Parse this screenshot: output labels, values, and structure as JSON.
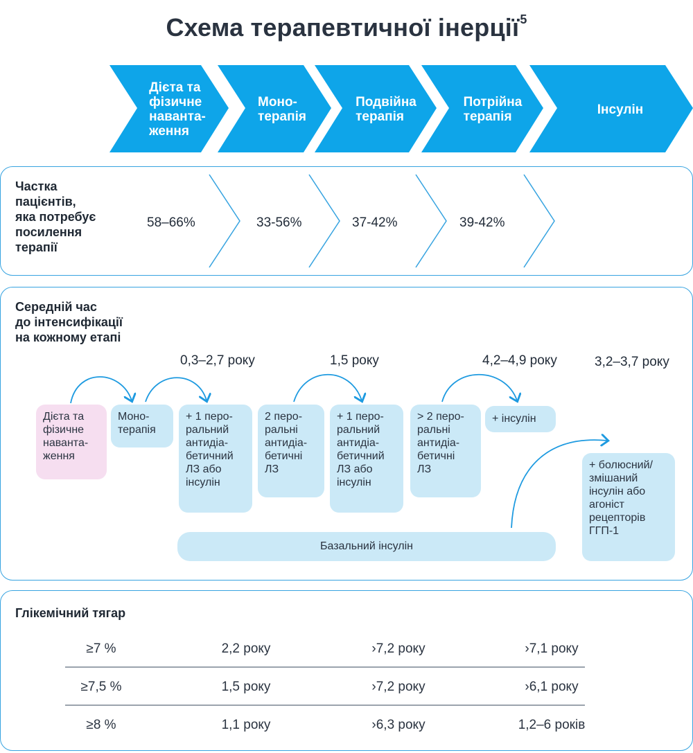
{
  "title": "Схема терапевтичної інерції",
  "title_sup": "5",
  "stages": [
    "Дієта та\nфізичне\nнаванта-\nження",
    "Моно-\nтерапія",
    "Подвійна\nтерапія",
    "Потрійна\nтерапія",
    "Інсулін"
  ],
  "share": {
    "heading": "Частка\nпацієнтів,\nяка потребує\nпосилення\nтерапії",
    "values": [
      "58–66%",
      "33-56%",
      "37-42%",
      "39-42%"
    ]
  },
  "time": {
    "heading": "Середній час\nдо інтенсифікації\nна кожному етапі",
    "periods": [
      "0,3–2,7 року",
      "1,5 року",
      "4,2–4,9 року",
      "3,2–3,7 року"
    ],
    "boxes": [
      "Дієта та\nфізичне\nнаванта-\nження",
      "Моно-\nтерапія",
      "+ 1 перо-\nральний\nантидіа-\nбетичний\nЛЗ або\nінсулін",
      "2 перо-\nральні\nантидіа-\nбетичні\nЛЗ",
      "+ 1 перо-\nральний\nантидіа-\nбетичний\nЛЗ або\nінсулін",
      "> 2 перо-\nральні\nантидіа-\nбетичні\nЛЗ",
      "+ інсулін",
      "+ болюсний/\nзмішаний\nінсулін або\nагоніст\nрецепторів\nГГП-1"
    ],
    "basal": "Базальний інсулін"
  },
  "burden": {
    "heading": "Глікемічний тягар",
    "rows": [
      [
        "≥7 %",
        "2,2 року",
        "›7,2 року",
        "›7,1 року"
      ],
      [
        "≥7,5 %",
        "1,5 року",
        "›7,2 року",
        "›6,1 року"
      ],
      [
        "≥8 %",
        "1,1 року",
        "›6,3 року",
        "1,2–6 років"
      ]
    ]
  },
  "colors": {
    "chevron": "#0ea5e9",
    "outline": "#36a3e0",
    "box": "#cbe9f7",
    "box_pink": "#f6def0",
    "text": "#222c39"
  }
}
